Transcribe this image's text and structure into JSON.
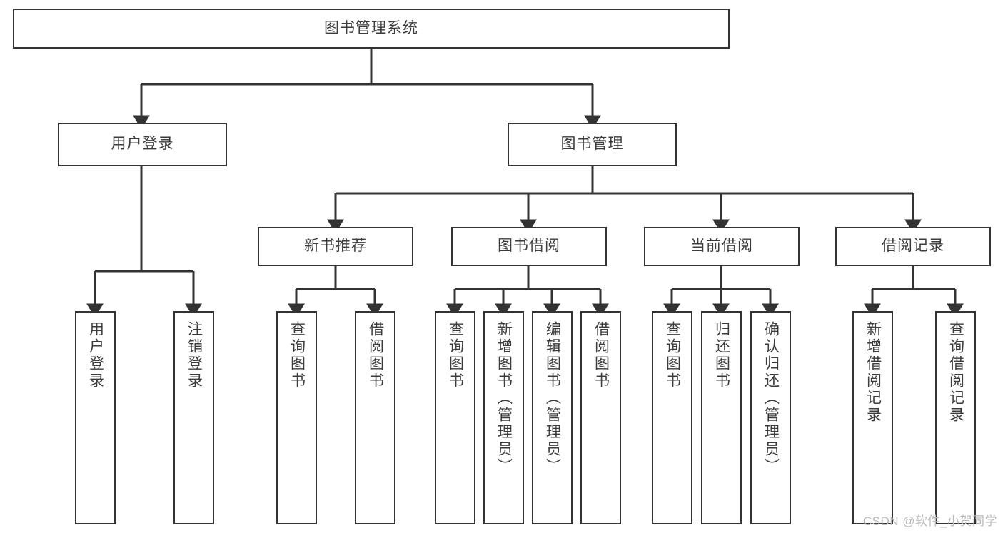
{
  "diagram": {
    "title": "图书管理系统",
    "type": "tree-hierarchy-diagram",
    "colors": {
      "background": "#ffffff",
      "box_border": "#333333",
      "box_fill": "#ffffff",
      "text": "#3c3c3c",
      "connector": "#333333",
      "watermark": "#b9b9b9"
    },
    "root": {
      "label": "图书管理系统"
    },
    "level2": [
      {
        "label": "用户登录"
      },
      {
        "label": "图书管理"
      }
    ],
    "level3": [
      {
        "label": "新书推荐"
      },
      {
        "label": "图书借阅"
      },
      {
        "label": "当前借阅"
      },
      {
        "label": "借阅记录"
      }
    ],
    "leaves": {
      "user_login": [
        {
          "label": "用户登录"
        },
        {
          "label": "注销登录"
        }
      ],
      "new_book": [
        {
          "label": "查询图书"
        },
        {
          "label": "借阅图书"
        }
      ],
      "book_borrow": [
        {
          "label": "查询图书"
        },
        {
          "label": "新增图书（管理员）"
        },
        {
          "label": "编辑图书（管理员）"
        },
        {
          "label": "借阅图书"
        }
      ],
      "current_borrow": [
        {
          "label": "查询图书"
        },
        {
          "label": "归还图书"
        },
        {
          "label": "确认归还（管理员）"
        }
      ],
      "borrow_record": [
        {
          "label": "新增借阅记录"
        },
        {
          "label": "查询借阅记录"
        }
      ]
    },
    "watermark": "CSDN @软件_小贺同学"
  }
}
